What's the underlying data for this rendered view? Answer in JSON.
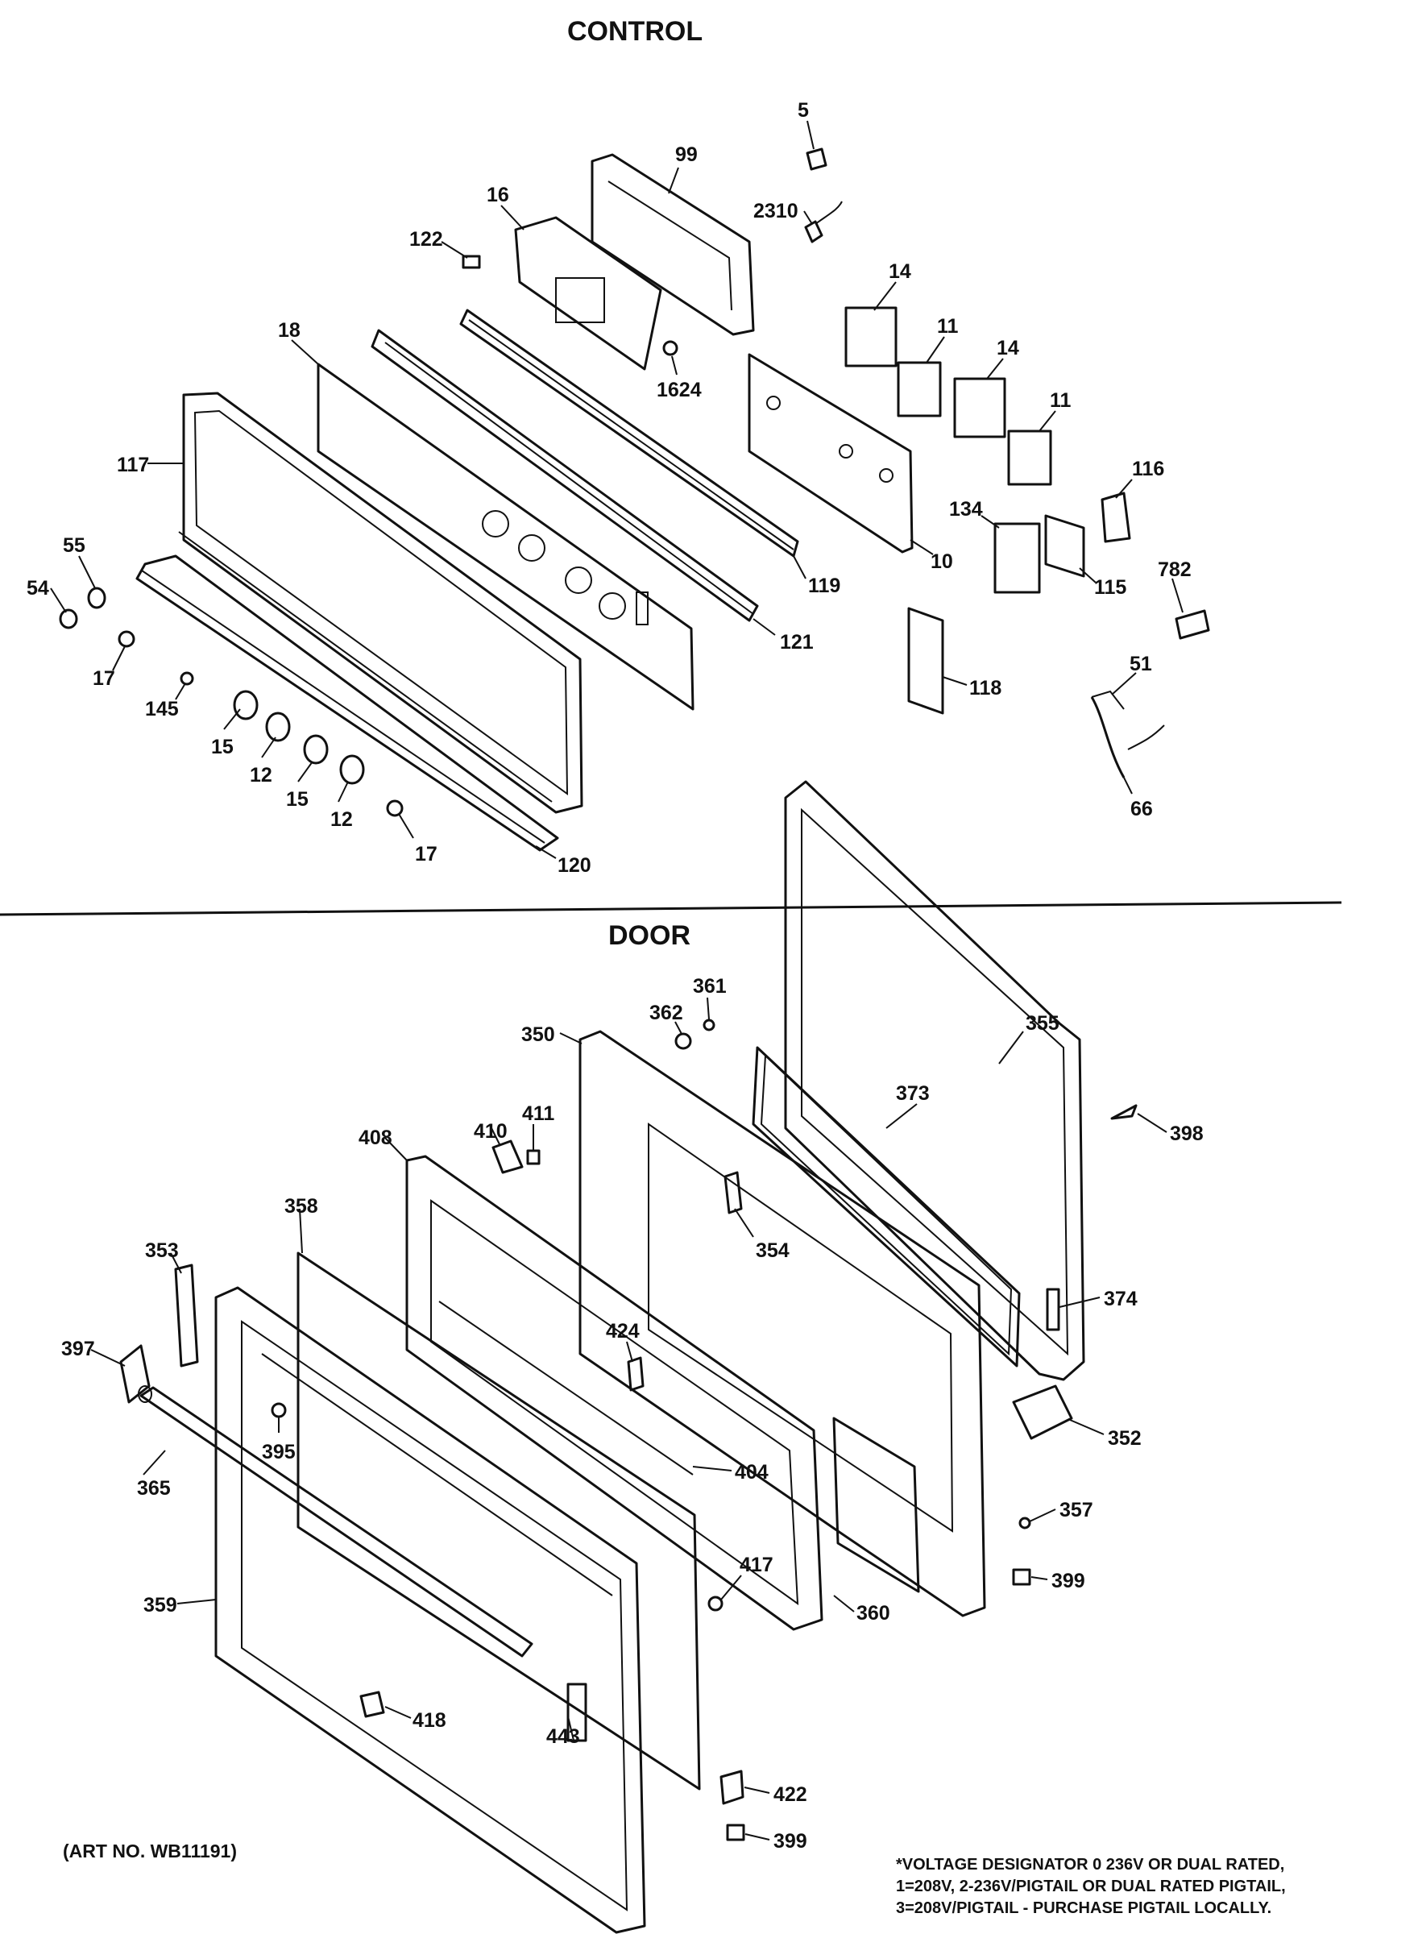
{
  "sections": {
    "control_title": "CONTROL",
    "door_title": "DOOR"
  },
  "art_number": "(ART NO. WB11191)",
  "footnote": {
    "line1": "*VOLTAGE DESIGNATOR 0 236V OR DUAL RATED,",
    "line2": "1=208V, 2-236V/PIGTAIL OR DUAL RATED PIGTAIL,",
    "line3": "3=208V/PIGTAIL - PURCHASE PIGTAIL LOCALLY."
  },
  "callouts": [
    {
      "id": "c5",
      "text": "5"
    },
    {
      "id": "c99",
      "text": "99"
    },
    {
      "id": "c16",
      "text": "16"
    },
    {
      "id": "c2310",
      "text": "2310"
    },
    {
      "id": "c122",
      "text": "122"
    },
    {
      "id": "c14a",
      "text": "14"
    },
    {
      "id": "c11a",
      "text": "11"
    },
    {
      "id": "c14b",
      "text": "14"
    },
    {
      "id": "c11b",
      "text": "11"
    },
    {
      "id": "c18",
      "text": "18"
    },
    {
      "id": "c1624",
      "text": "1624"
    },
    {
      "id": "c117",
      "text": "117"
    },
    {
      "id": "c116",
      "text": "116"
    },
    {
      "id": "c134",
      "text": "134"
    },
    {
      "id": "c55",
      "text": "55"
    },
    {
      "id": "c10",
      "text": "10"
    },
    {
      "id": "c119",
      "text": "119"
    },
    {
      "id": "c115",
      "text": "115"
    },
    {
      "id": "c54",
      "text": "54"
    },
    {
      "id": "c782",
      "text": "782"
    },
    {
      "id": "c121",
      "text": "121"
    },
    {
      "id": "c17a",
      "text": "17"
    },
    {
      "id": "c118",
      "text": "118"
    },
    {
      "id": "c51",
      "text": "51"
    },
    {
      "id": "c145",
      "text": "145"
    },
    {
      "id": "c15a",
      "text": "15"
    },
    {
      "id": "c12a",
      "text": "12"
    },
    {
      "id": "c15b",
      "text": "15"
    },
    {
      "id": "c12b",
      "text": "12"
    },
    {
      "id": "c66",
      "text": "66"
    },
    {
      "id": "c17b",
      "text": "17"
    },
    {
      "id": "c120",
      "text": "120"
    },
    {
      "id": "c361",
      "text": "361"
    },
    {
      "id": "c362",
      "text": "362"
    },
    {
      "id": "c355",
      "text": "355"
    },
    {
      "id": "c350",
      "text": "350"
    },
    {
      "id": "c373",
      "text": "373"
    },
    {
      "id": "c398",
      "text": "398"
    },
    {
      "id": "c411",
      "text": "411"
    },
    {
      "id": "c410",
      "text": "410"
    },
    {
      "id": "c408",
      "text": "408"
    },
    {
      "id": "c358",
      "text": "358"
    },
    {
      "id": "c354",
      "text": "354"
    },
    {
      "id": "c353",
      "text": "353"
    },
    {
      "id": "c374",
      "text": "374"
    },
    {
      "id": "c397",
      "text": "397"
    },
    {
      "id": "c424",
      "text": "424"
    },
    {
      "id": "c352",
      "text": "352"
    },
    {
      "id": "c395",
      "text": "395"
    },
    {
      "id": "c404",
      "text": "404"
    },
    {
      "id": "c365",
      "text": "365"
    },
    {
      "id": "c357",
      "text": "357"
    },
    {
      "id": "c399a",
      "text": "399"
    },
    {
      "id": "c417",
      "text": "417"
    },
    {
      "id": "c359",
      "text": "359"
    },
    {
      "id": "c360",
      "text": "360"
    },
    {
      "id": "c443",
      "text": "443"
    },
    {
      "id": "c418",
      "text": "418"
    },
    {
      "id": "c422",
      "text": "422"
    },
    {
      "id": "c399b",
      "text": "399"
    }
  ]
}
